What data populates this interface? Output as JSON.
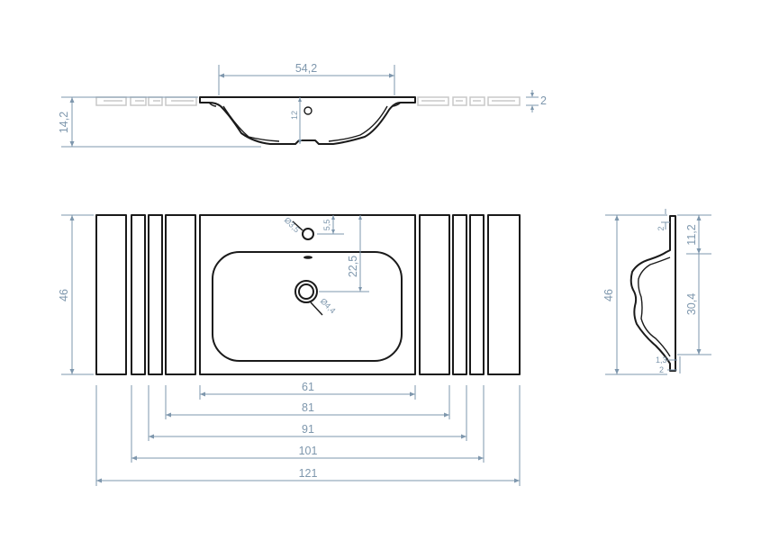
{
  "colors": {
    "object": "#1a1a1a",
    "dimension": "#7e97ad",
    "ghost": "#c8c8c8",
    "background": "#ffffff"
  },
  "front_view": {
    "width": "54,2",
    "height": "14,2",
    "rim": "2",
    "tap_hole_height": "12"
  },
  "top_view": {
    "depth": "46",
    "tap_hole_diameter": "Ø3,5",
    "tap_hole_offset": "5,5",
    "drain_offset": "22,5",
    "drain_diameter": "Ø4,4",
    "widths": [
      "61",
      "81",
      "91",
      "101",
      "121"
    ]
  },
  "side_view": {
    "depth": "46",
    "top_dim": "2",
    "upper_part": "11,2",
    "lower_part": "30,4",
    "lip": "1,3",
    "bottom_dim": "2"
  }
}
